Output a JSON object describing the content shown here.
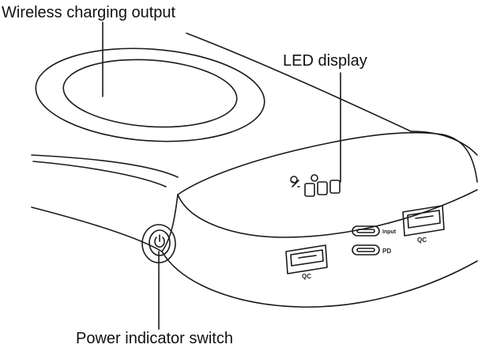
{
  "labels": {
    "wireless": "Wireless charging output",
    "led": "LED display",
    "power": "Power indicator switch"
  },
  "ports": {
    "left_usb_mark": "QC",
    "right_usb_mark": "QC",
    "typec_input_mark": "Input",
    "typec_pd_mark": "PD"
  },
  "colors": {
    "line": "#1a1a1a",
    "background": "#ffffff"
  },
  "icons": [
    "power-button-icon",
    "bolt-icon",
    "percent-icon"
  ]
}
